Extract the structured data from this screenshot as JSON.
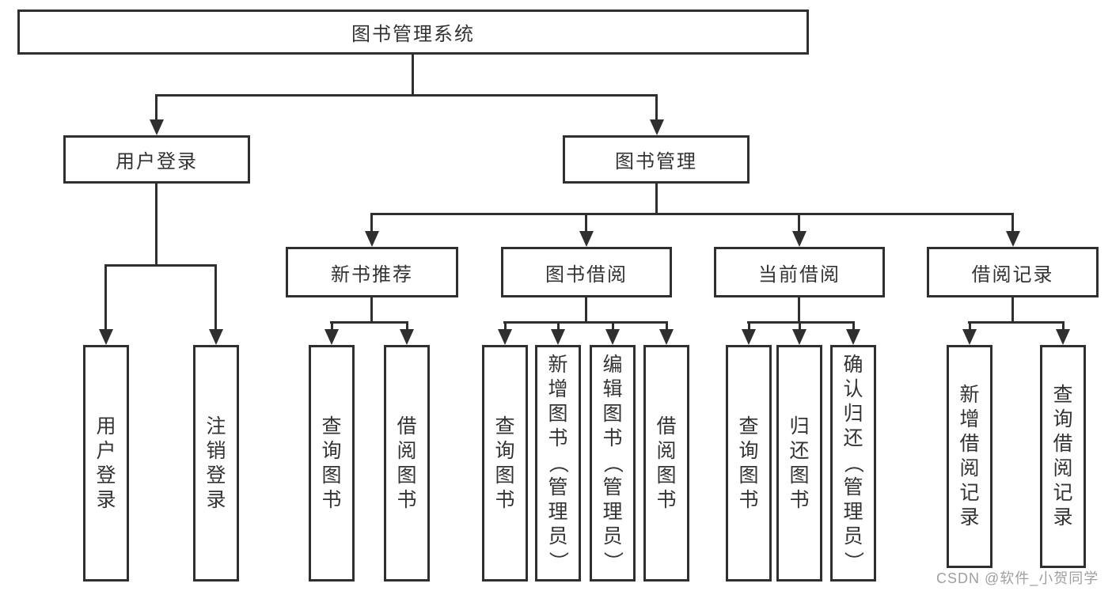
{
  "colors": {
    "line": "#2f2f2f",
    "text": "#333333",
    "background": "#ffffff",
    "watermark": "#9f9f9f"
  },
  "watermark": {
    "text": "CSDN @软件_小贺同学"
  },
  "tree": {
    "label": "图书管理系统",
    "children": [
      {
        "label": "用户登录",
        "children": [
          {
            "label": "用户登录"
          },
          {
            "label": "注销登录"
          }
        ]
      },
      {
        "label": "图书管理",
        "children": [
          {
            "label": "新书推荐",
            "children": [
              {
                "label": "查询图书"
              },
              {
                "label": "借阅图书"
              }
            ]
          },
          {
            "label": "图书借阅",
            "children": [
              {
                "label": "查询图书"
              },
              {
                "label": "新增图书（管理员）"
              },
              {
                "label": "编辑图书（管理员）"
              },
              {
                "label": "借阅图书"
              }
            ]
          },
          {
            "label": "当前借阅",
            "children": [
              {
                "label": "查询图书"
              },
              {
                "label": "归还图书"
              },
              {
                "label": "确认归还（管理员）"
              }
            ]
          },
          {
            "label": "借阅记录",
            "children": [
              {
                "label": "新增借阅记录"
              },
              {
                "label": "查询借阅记录"
              }
            ]
          }
        ]
      }
    ]
  }
}
